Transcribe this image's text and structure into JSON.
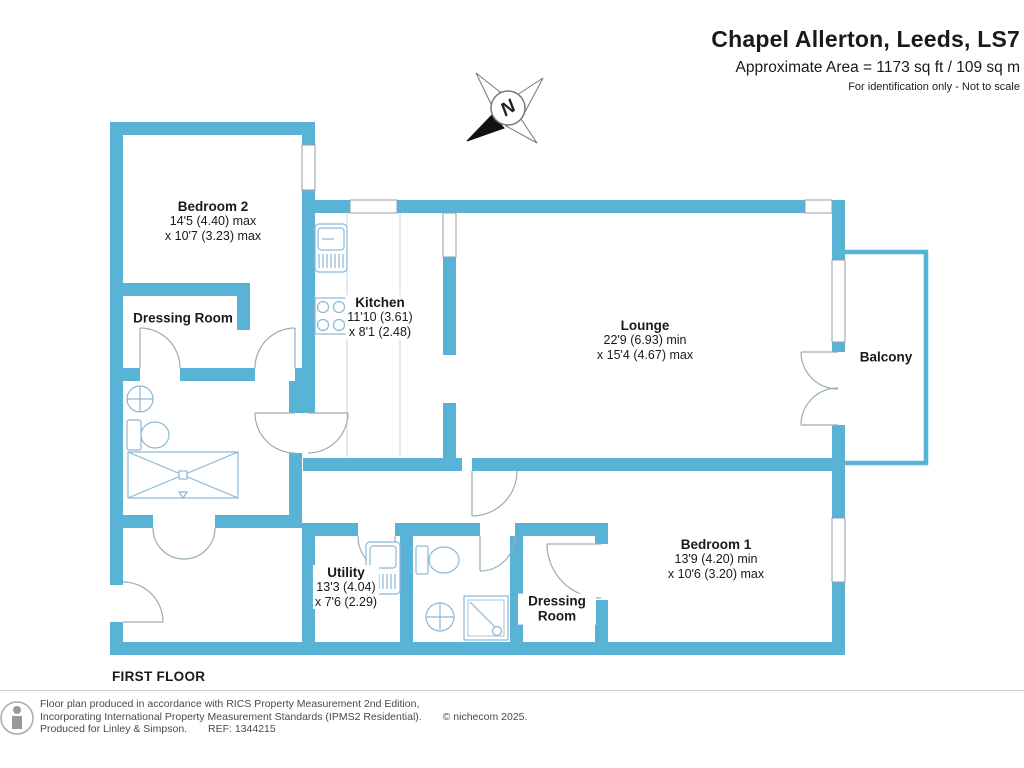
{
  "header": {
    "title": "Chapel Allerton, Leeds, LS7",
    "area_line": "Approximate Area = 1173 sq ft / 109 sq m",
    "note": "For identification only - Not to scale"
  },
  "compass": {
    "letter": "N"
  },
  "colors": {
    "wall": "#58b3d6",
    "fixture": "#8ab8d4",
    "door": "#9aacb8",
    "text": "#1a1a1a"
  },
  "rooms": [
    {
      "name": "Bedroom 2",
      "dim1": "14'5 (4.40) max",
      "dim2": "x 10'7 (3.23) max"
    },
    {
      "name": "Dressing Room"
    },
    {
      "name": "Kitchen",
      "dim1": "11'10 (3.61)",
      "dim2": "x 8'1 (2.48)"
    },
    {
      "name": "Lounge",
      "dim1": "22'9 (6.93) min",
      "dim2": "x 15'4 (4.67) max"
    },
    {
      "name": "Balcony"
    },
    {
      "name": "Bedroom 1",
      "dim1": "13'9 (4.20) min",
      "dim2": "x 10'6 (3.20) max"
    },
    {
      "name": "Utility",
      "dim1": "13'3 (4.04)",
      "dim2": "x 7'6 (2.29)"
    },
    {
      "name": "Dressing Room"
    }
  ],
  "floor_label": "FIRST FLOOR",
  "footer": {
    "line1": "Floor plan produced in accordance with RICS Property Measurement 2nd Edition,",
    "line2": "Incorporating International Property Measurement Standards (IPMS2 Residential).",
    "copyright": "© nichecom 2025.",
    "line3": "Produced for Linley & Simpson.",
    "ref": "REF: 1344215"
  }
}
